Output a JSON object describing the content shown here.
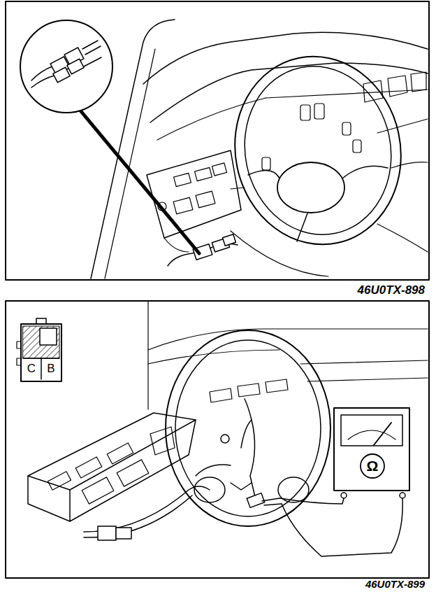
{
  "diagram": {
    "labels": [
      "46U0TX-898",
      "C",
      "B",
      "Ω",
      "46U0TX-899"
    ]
  }
}
